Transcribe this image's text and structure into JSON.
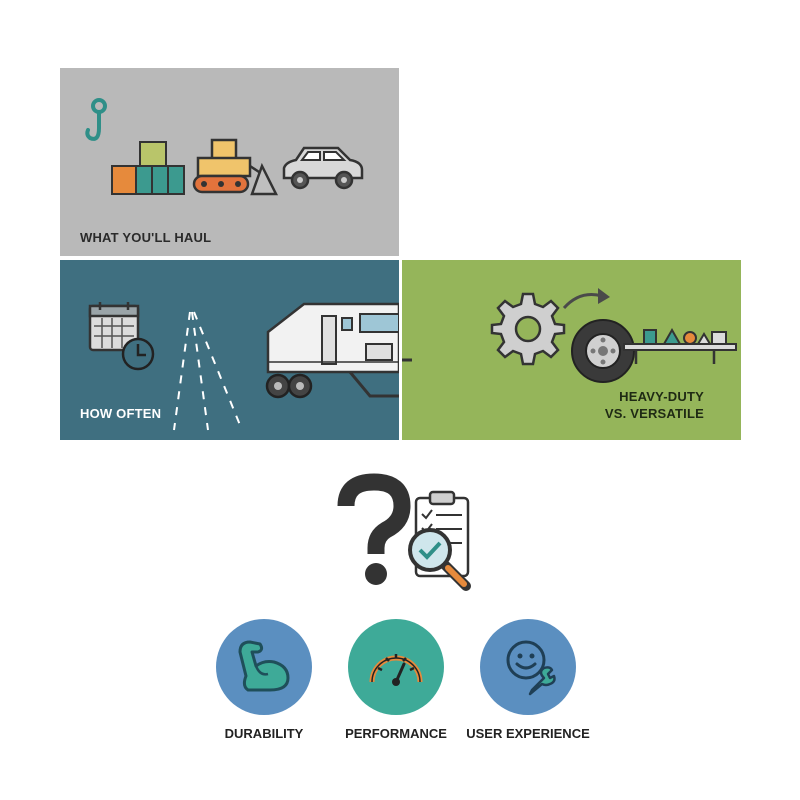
{
  "panels": {
    "haul": {
      "label": "WHAT YOU'LL HAUL",
      "color": "#b9b9b9"
    },
    "often": {
      "label": "HOW OFTEN",
      "color": "#3f6f80"
    },
    "duty": {
      "label_line1": "HEAVY-DUTY",
      "label_line2": "VS. VERSATILE",
      "color": "#95b55a"
    }
  },
  "criteria": [
    {
      "label": "DURABILITY",
      "icon": "flexed-arm-icon",
      "color": "#5b8fc0"
    },
    {
      "label": "PERFORMANCE",
      "icon": "gauge-icon",
      "color": "#3eaa98"
    },
    {
      "label": "USER EXPERIENCE",
      "icon": "smiley-wrench-icon",
      "color": "#5b8fc0"
    }
  ],
  "center_icons": [
    "question-mark-icon",
    "clipboard-checklist-icon",
    "magnifier-icon"
  ]
}
